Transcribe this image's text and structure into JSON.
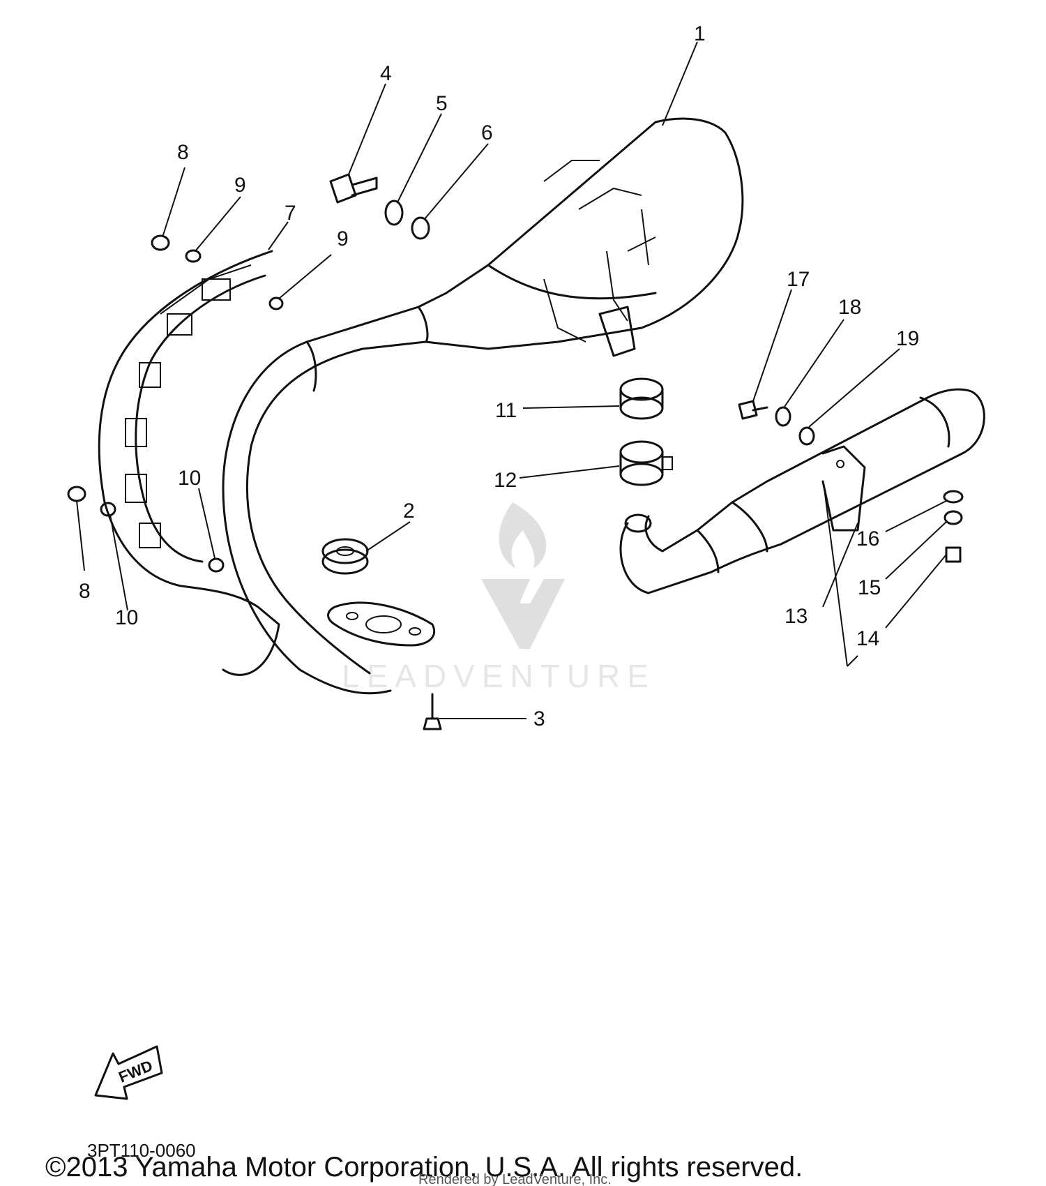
{
  "callouts": {
    "c1": "1",
    "c2": "2",
    "c3": "3",
    "c4": "4",
    "c5": "5",
    "c6": "6",
    "c7": "7",
    "c8a": "8",
    "c8b": "8",
    "c9a": "9",
    "c9b": "9",
    "c10a": "10",
    "c10b": "10",
    "c11": "11",
    "c12": "12",
    "c13": "13",
    "c14": "14",
    "c15": "15",
    "c16": "16",
    "c17": "17",
    "c18": "18",
    "c19": "19"
  },
  "watermark": "LEADVENTURE",
  "fwd_label": "FWD",
  "diagram_code": "3PT110-0060",
  "copyright": "©2013 Yamaha Motor Corporation, U.S.A. All rights reserved.",
  "rendered_by": "Rendered by LeadVenture, Inc."
}
